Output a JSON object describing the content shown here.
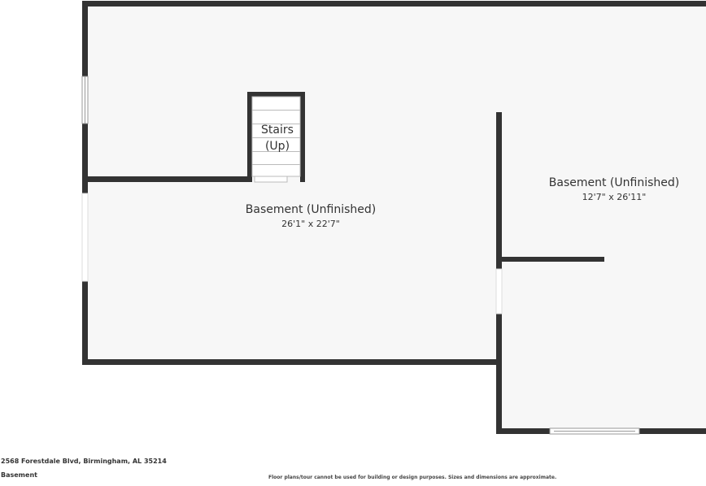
{
  "plan": {
    "colors": {
      "wall": "#333333",
      "floor": "#f7f7f7",
      "background": "#ffffff",
      "opening": "#cccccc"
    },
    "rooms": [
      {
        "name": "Stairs",
        "name_line2": "(Up)"
      },
      {
        "name": "Basement (Unfinished)",
        "dimensions": "26'1\" x 22'7\""
      },
      {
        "name": "Basement (Unfinished)",
        "dimensions": "12'7\" x 26'11\""
      }
    ]
  },
  "footer": {
    "address": "2568 Forestdale Blvd, Birmingham, AL 35214",
    "floor_name": "Basement",
    "disclaimer": "Floor plans/tour cannot be used for building or design purposes. Sizes and dimensions are approximate."
  }
}
